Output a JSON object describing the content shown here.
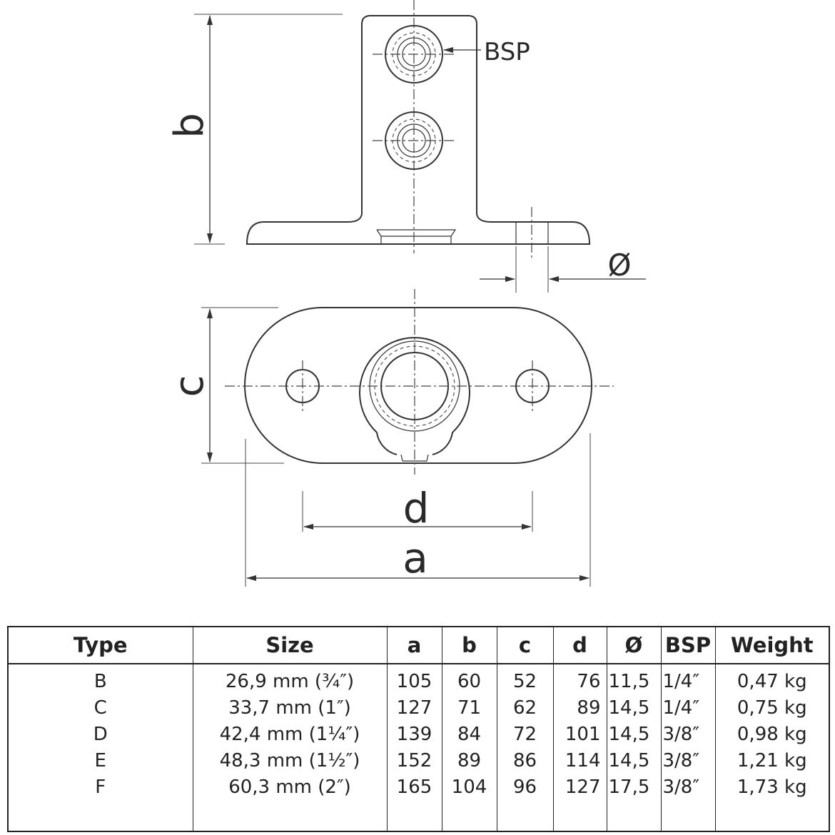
{
  "diagram": {
    "labels": {
      "bsp": "BSP",
      "diameter": "Ø",
      "a": "a",
      "b": "b",
      "c": "c",
      "d": "d"
    }
  },
  "table": {
    "headers": [
      "Type",
      "Size",
      "a",
      "b",
      "c",
      "d",
      "Ø",
      "BSP",
      "Weight"
    ],
    "rows": [
      [
        "B",
        "26,9 mm (¾″)",
        "105",
        "60",
        "52",
        "76",
        "11,5",
        "1/4″",
        "0,47 kg"
      ],
      [
        "C",
        "33,7 mm (1″)",
        "127",
        "71",
        "62",
        "89",
        "14,5",
        "1/4″",
        "0,75 kg"
      ],
      [
        "D",
        "42,4 mm (1¼″)",
        "139",
        "84",
        "72",
        "101",
        "14,5",
        "3/8″",
        "0,98 kg"
      ],
      [
        "E",
        "48,3 mm (1½″)",
        "152",
        "89",
        "86",
        "114",
        "14,5",
        "3/8″",
        "1,21 kg"
      ],
      [
        "F",
        "60,3 mm (2″)",
        "165",
        "104",
        "96",
        "127",
        "17,5",
        "3/8″",
        "1,73 kg"
      ]
    ]
  },
  "colors": {
    "line": "#333333",
    "text": "#222222"
  }
}
